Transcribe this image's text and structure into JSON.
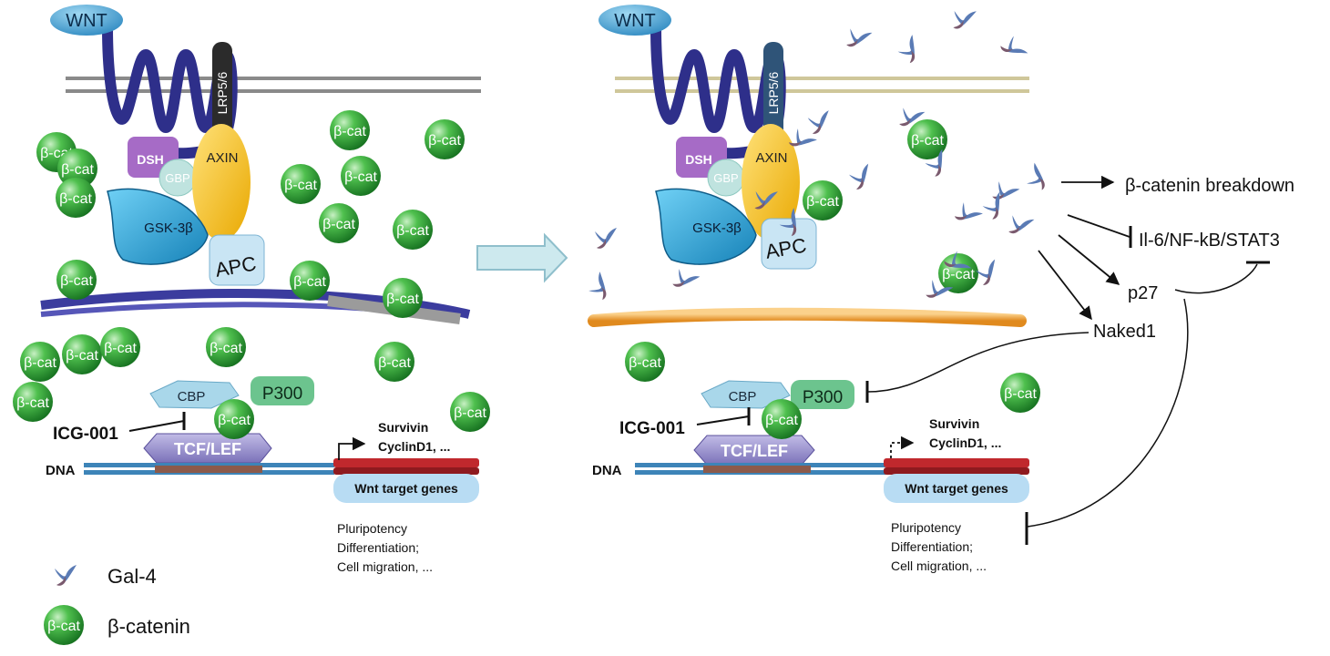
{
  "labels": {
    "wnt": "WNT",
    "lrp": "LRP5/6",
    "dsh": "DSH",
    "gbp": "GBP",
    "axin": "AXIN",
    "gsk": "GSK-3β",
    "apc": "APC",
    "bcat": "β-cat",
    "cbp": "CBP",
    "p300": "P300",
    "icg": "ICG-001",
    "tcf": "TCF/LEF",
    "dna": "DNA",
    "survivin": "Survivin",
    "cyclin": "CyclinD1, ...",
    "wnt_target": "Wnt target genes",
    "outcome_1": "Pluripotency",
    "outcome_2": "Differentiation;",
    "outcome_3": "Cell migration, ..."
  },
  "right_effects": {
    "breakdown": "β-catenin breakdown",
    "il6": "Il-6/NF-kB/STAT3",
    "p27": "p27",
    "naked": "Naked1"
  },
  "legend": {
    "gal4": "Gal-4",
    "bcatenin": "β-catenin"
  },
  "colors": {
    "receptor": "#2e2f8a",
    "axin": "#f6c324",
    "gsk": "#2aa6dc",
    "dsh": "#9b59b6",
    "bcat": "#2f9e3a",
    "tcf": "#8c84c4",
    "dna_red": "#c0282d",
    "wnt": "#3a9fd0",
    "gal4": "#5a7bb5"
  },
  "icons": {
    "arrow": "wide-right-arrow",
    "gal4": "gal4-lectin-glyph",
    "bcat": "green-sphere"
  }
}
